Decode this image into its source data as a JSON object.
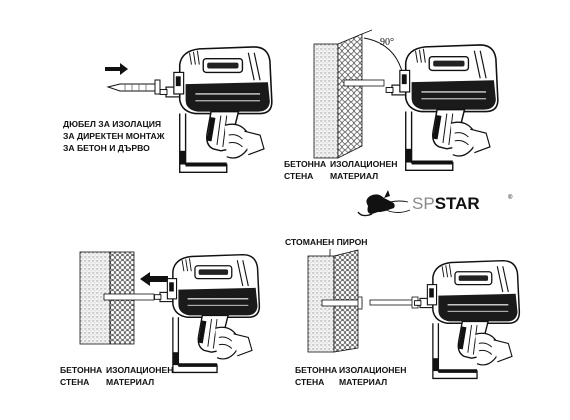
{
  "panels": {
    "top_left": {
      "label_lines": [
        "ДЮБЕЛ ЗА ИЗОЛАЦИЯ",
        "ЗА ДИРЕКТЕН МОНТАЖ",
        "ЗА БЕТОН И ДЪРВО"
      ]
    },
    "top_right": {
      "angle_label": "90°",
      "wall_label": [
        "БЕТОННА",
        "СТЕНА"
      ],
      "insulation_label": [
        "ИЗОЛАЦИОНЕН",
        "МАТЕРИАЛ"
      ]
    },
    "bottom_left": {
      "wall_label": [
        "БЕТОННА",
        "СТЕНА"
      ],
      "insulation_label": [
        "ИЗОЛАЦИОНЕН",
        "МАТЕРИАЛ"
      ]
    },
    "bottom_right": {
      "nail_label": "СТОМАНЕН ПИРОН",
      "wall_label": [
        "БЕТОННА",
        "СТЕНА"
      ],
      "insulation_label": [
        "ИЗОЛАЦИОНЕН",
        "МАТЕРИАЛ"
      ]
    }
  },
  "brand": {
    "prefix": "SP",
    "name": "STAR",
    "registered": "®",
    "logo_icon": "kangaroo-icon",
    "colors": {
      "prefix": "#8a8a8a",
      "name": "#111111"
    }
  }
}
